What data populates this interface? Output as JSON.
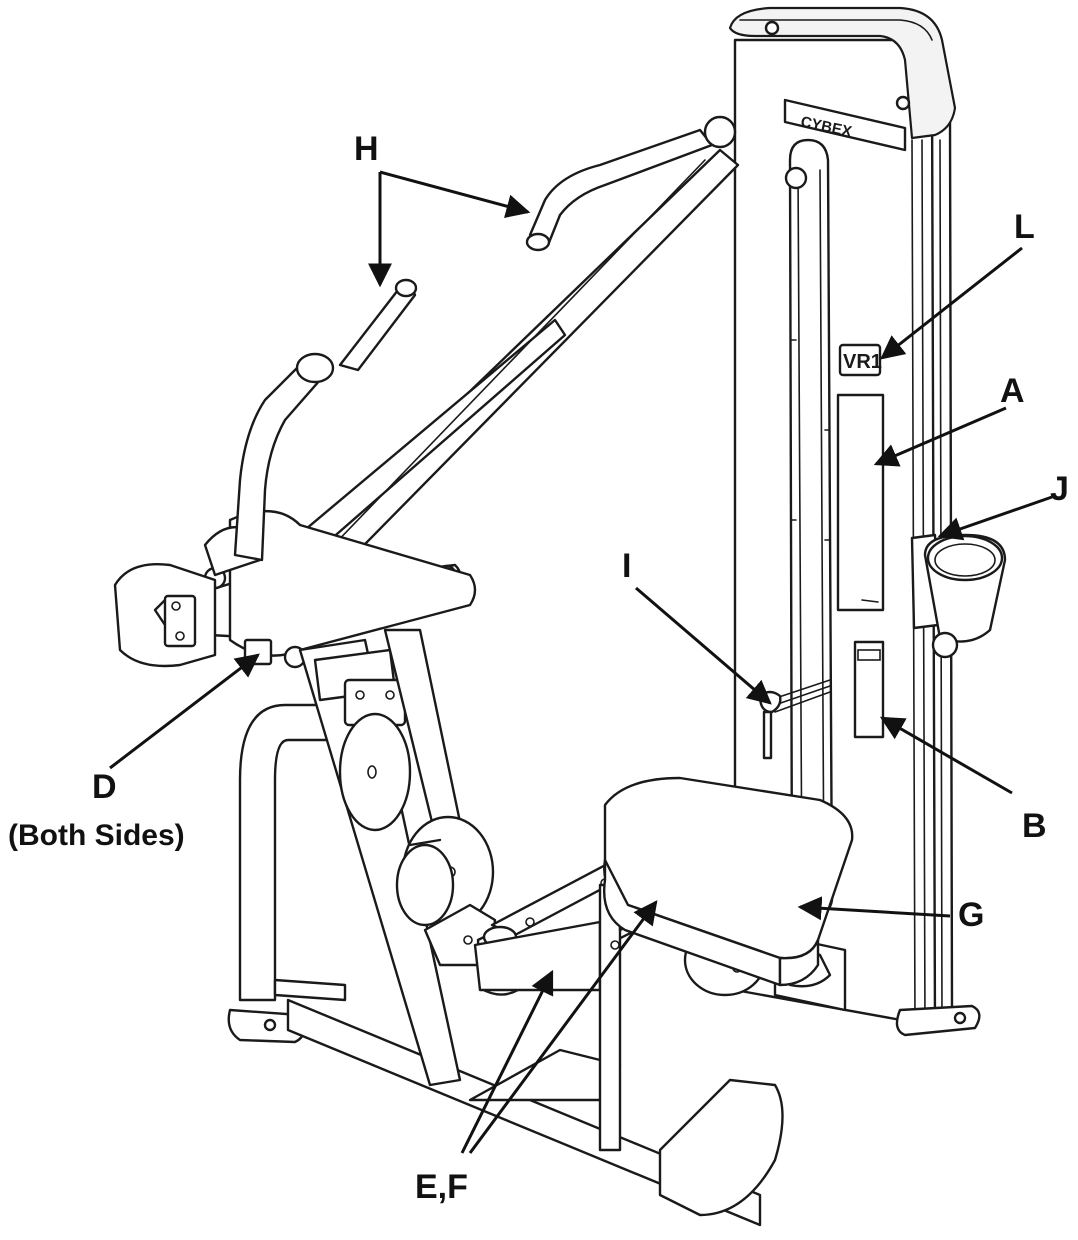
{
  "diagram": {
    "brand_logo": "CYBEX",
    "model_badge": "VR1",
    "callouts": [
      {
        "id": "A",
        "label": "A"
      },
      {
        "id": "B",
        "label": "B"
      },
      {
        "id": "D",
        "label": "D",
        "sublabel": "(Both Sides)"
      },
      {
        "id": "EF",
        "label": "E,F"
      },
      {
        "id": "G",
        "label": "G"
      },
      {
        "id": "H",
        "label": "H"
      },
      {
        "id": "I",
        "label": "I"
      },
      {
        "id": "J",
        "label": "J"
      },
      {
        "id": "L",
        "label": "L"
      }
    ]
  }
}
